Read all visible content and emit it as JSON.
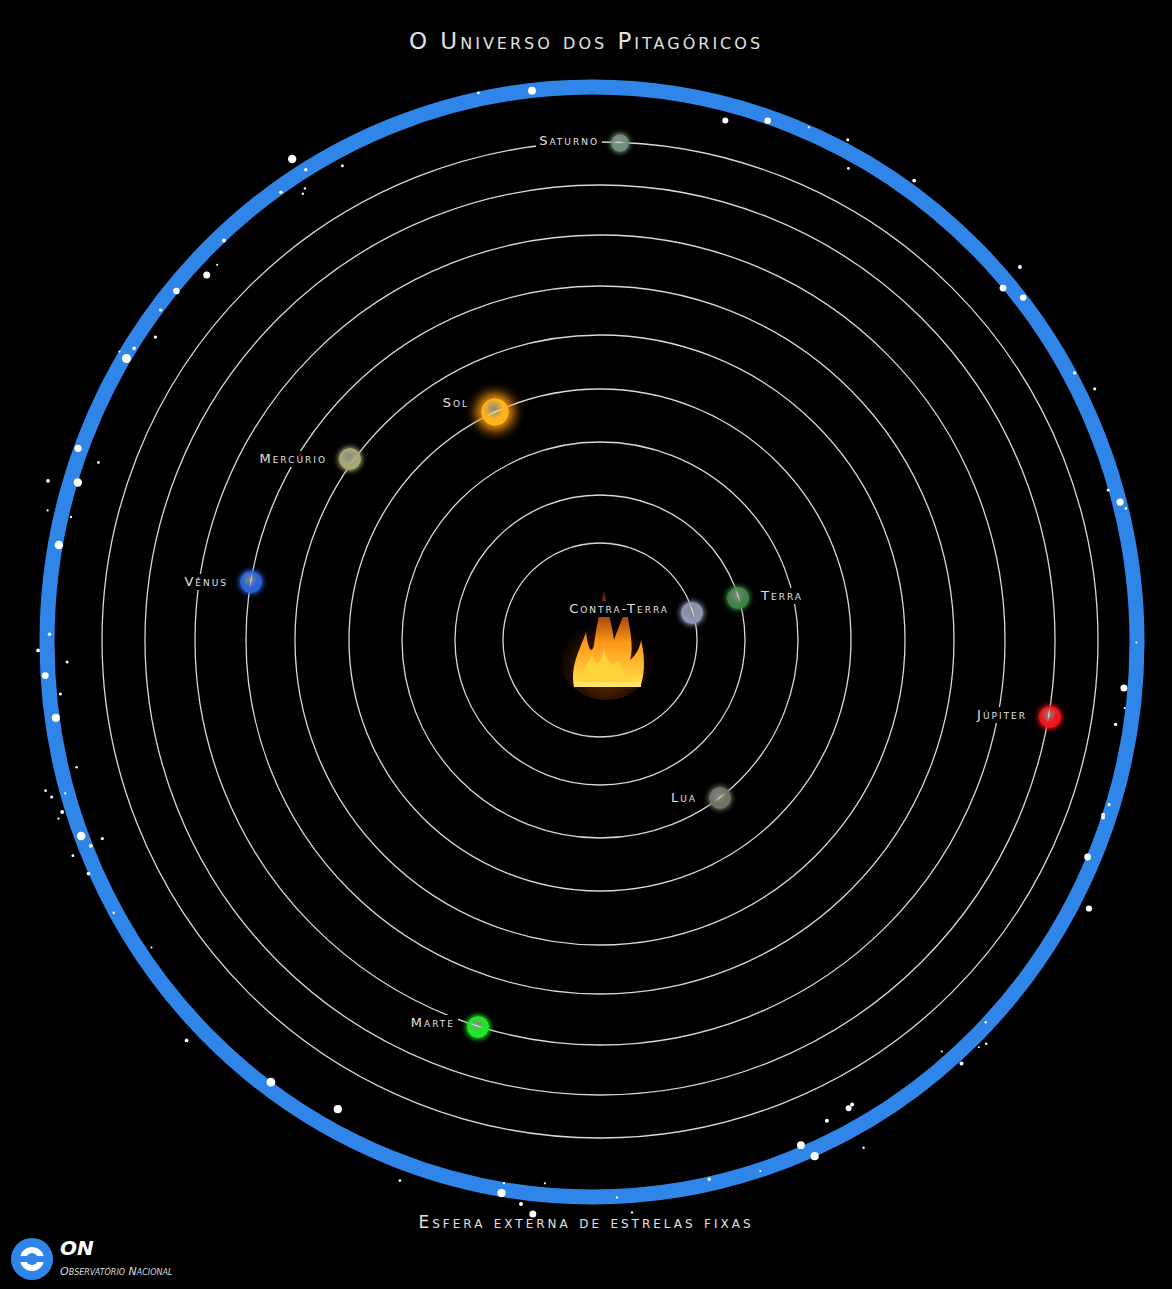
{
  "diagram": {
    "title": "O Universo dos Pitagóricos",
    "caption": "Esfera externa de estrelas fixas",
    "nodes": [
      {
        "text": [
          "Saturno"
        ]
      },
      {
        "text": [
          "Sol"
        ]
      },
      {
        "text": [
          "Mercúrio"
        ]
      },
      {
        "text": [
          "Vênus"
        ]
      },
      {
        "text": [
          "Terra"
        ]
      },
      {
        "text": [
          "Contra-Terra"
        ]
      },
      {
        "text": [
          "Júpiter"
        ]
      },
      {
        "text": [
          "Lua"
        ]
      },
      {
        "text": [
          "Marte"
        ]
      }
    ],
    "labels": [
      "ON",
      "Observatório Nacional"
    ]
  }
}
